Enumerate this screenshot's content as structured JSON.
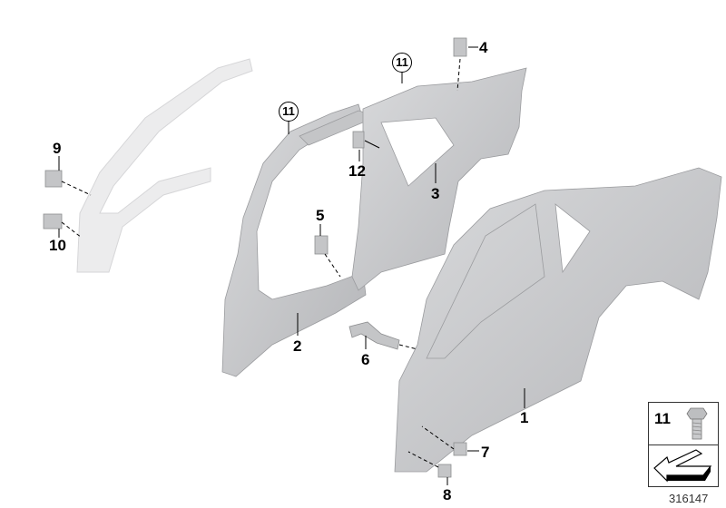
{
  "diagram": {
    "callouts": {
      "p1": "1",
      "p2": "2",
      "p3": "3",
      "p4": "4",
      "p5": "5",
      "p6": "6",
      "p7": "7",
      "p8": "8",
      "p9": "9",
      "p10": "10",
      "p11a": "11",
      "p11b": "11",
      "p12": "12"
    },
    "legend_box": {
      "part_number": "11",
      "icon": "bolt-icon",
      "arrow_icon": "direction-arrow-icon"
    },
    "reference_number": "316147",
    "colors": {
      "part_fill": "#c8c9cb",
      "faded_part": "#e6e6e7",
      "outline": "#8d8e90"
    }
  }
}
